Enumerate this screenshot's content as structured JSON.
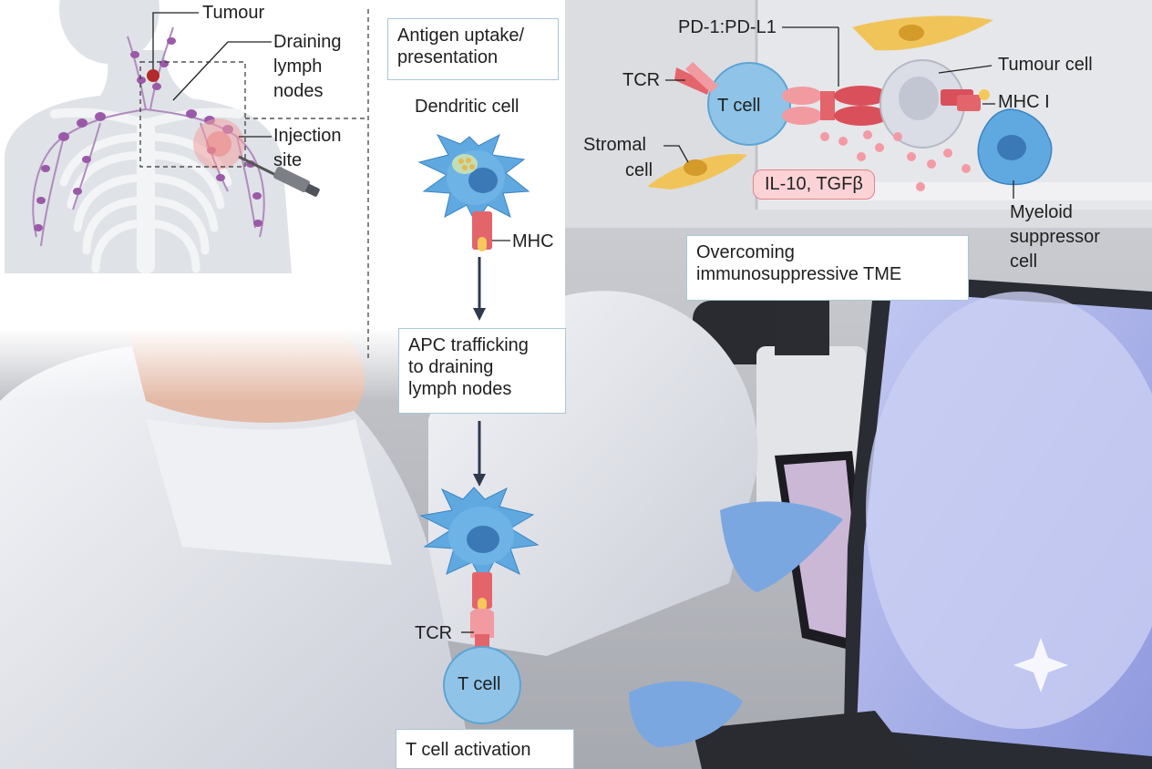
{
  "body_panel": {
    "tumour_label": "Tumour",
    "draining_label_1": "Draining",
    "draining_label_2": "lymph",
    "draining_label_3": "nodes",
    "injection_label_1": "Injection",
    "injection_label_2": "site"
  },
  "flow": {
    "step1_line1": "Antigen uptake/",
    "step1_line2": "presentation",
    "dendritic_label": "Dendritic cell",
    "mhc_label": "MHC",
    "step2_line1": "APC trafficking",
    "step2_line2": "to draining",
    "step2_line3": "lymph nodes",
    "tcr_label": "TCR",
    "tcell_label": "T cell",
    "step3_label": "T cell activation"
  },
  "tme": {
    "pd1_label": "PD-1:PD-L1",
    "tcr_label": "TCR",
    "tcell_label": "T cell",
    "tumour_cell_label": "Tumour cell",
    "mhc1_label": "MHC I",
    "stromal_line1": "Stromal",
    "stromal_line2": "cell",
    "cytokines": "IL-10, TGFβ",
    "myeloid_line1": "Myeloid",
    "myeloid_line2": "suppressor",
    "myeloid_line3": "cell",
    "tme_box_line1": "Overcoming",
    "tme_box_line2": "immunosuppressive TME"
  },
  "colors": {
    "tcell_blue": "#8fc4e8",
    "dendritic_blue": "#5fa9e0",
    "mhc_red": "#e4646c",
    "lymph_purple": "#9a5aa8",
    "stromal_yellow": "#f1c45a"
  }
}
